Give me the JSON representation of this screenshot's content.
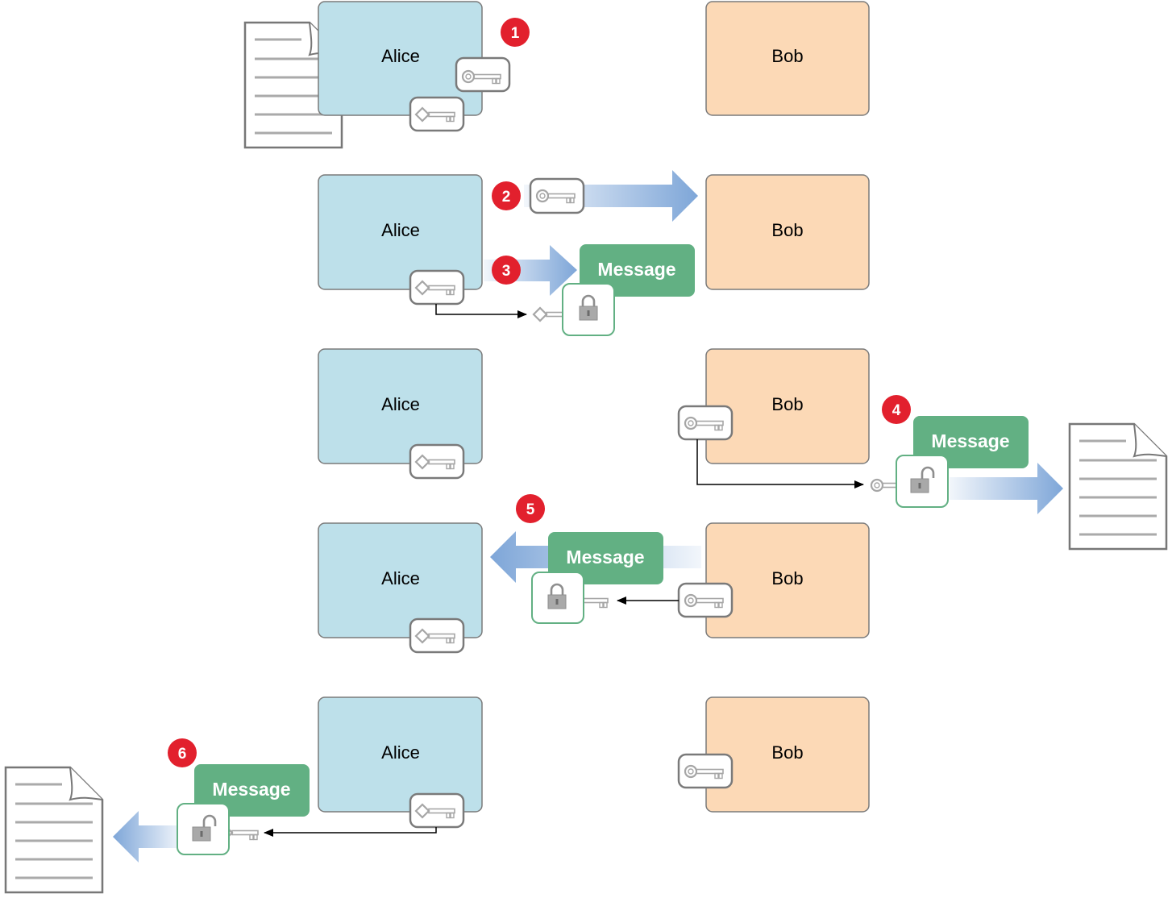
{
  "rows": [
    {
      "step": "1",
      "alice": "Alice",
      "bob": "Bob"
    },
    {
      "step": "2",
      "step_b": "3",
      "alice": "Alice",
      "bob": "Bob",
      "message": "Message"
    },
    {
      "step": "4",
      "alice": "Alice",
      "bob": "Bob",
      "message": "Message"
    },
    {
      "step": "5",
      "alice": "Alice",
      "bob": "Bob",
      "message": "Message"
    },
    {
      "step": "6",
      "alice": "Alice",
      "bob": "Bob",
      "message": "Message"
    }
  ],
  "colors": {
    "alice_fill": "#bde0ea",
    "bob_fill": "#fcd9b6",
    "message_fill": "#62b083",
    "step_badge": "#e2202d",
    "arrow_blue": "#7ea6d8",
    "key_gray": "#9a9a9a"
  },
  "icons": [
    "document-icon",
    "public-key-icon",
    "private-key-icon",
    "lock-icon",
    "unlock-icon",
    "arrow-icon"
  ]
}
